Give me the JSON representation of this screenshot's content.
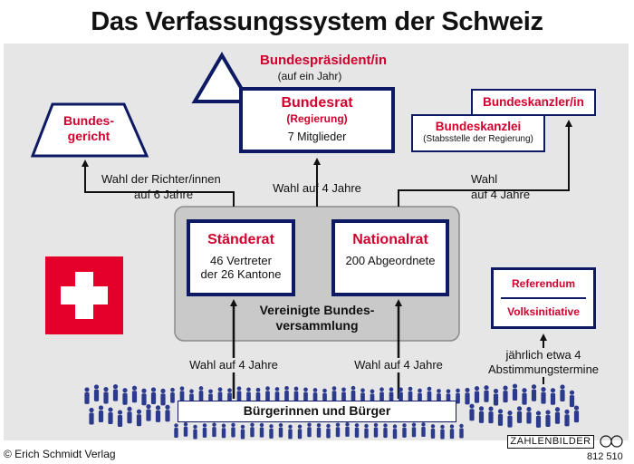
{
  "title": "Das Verfassungssystem der Schweiz",
  "bundespraesident": {
    "label": "Bundespräsident/in",
    "sub": "(auf ein Jahr)"
  },
  "bundesrat": {
    "label": "Bundesrat",
    "sub": "(Regierung)",
    "members": "7 Mitglieder"
  },
  "bundeskanzler": {
    "label": "Bundeskanzler/in"
  },
  "bundeskanzlei": {
    "label": "Bundeskanzlei",
    "sub": "(Stabsstelle der Regierung)"
  },
  "bundesgericht": {
    "label_line1": "Bundes-",
    "label_line2": "gericht"
  },
  "arrows": {
    "richter_line1": "Wahl der Richter/innen",
    "richter_line2": "auf 6 Jahre",
    "bundesrat": "Wahl auf 4 Jahre",
    "kanzler_line1": "Wahl",
    "kanzler_line2": "auf 4 Jahre",
    "staenderat": "Wahl auf 4 Jahre",
    "nationalrat": "Wahl auf 4 Jahre"
  },
  "staenderat": {
    "label": "Ständerat",
    "line1": "46 Vertreter",
    "line2": "der 26 Kantone"
  },
  "nationalrat": {
    "label": "Nationalrat",
    "line1": "200 Abgeordnete"
  },
  "bundesversammlung": {
    "line1": "Vereinigte Bundes-",
    "line2": "versammlung"
  },
  "direct_democracy": {
    "item1": "Referendum",
    "item2": "Volksinitiative",
    "note_line1": "jährlich etwa 4",
    "note_line2": "Abstimmungstermine"
  },
  "citizens": {
    "label": "Bürgerinnen und Bürger"
  },
  "footer": {
    "publisher": "© Erich Schmidt Verlag",
    "brand": "ZAHLENBILDER",
    "number": "812 510"
  },
  "colors": {
    "navy": "#0d1a63",
    "red": "#d2002d",
    "swiss_red": "#e4002b",
    "gray_panel": "#c9c9c9",
    "background": "#e6e6e6"
  }
}
